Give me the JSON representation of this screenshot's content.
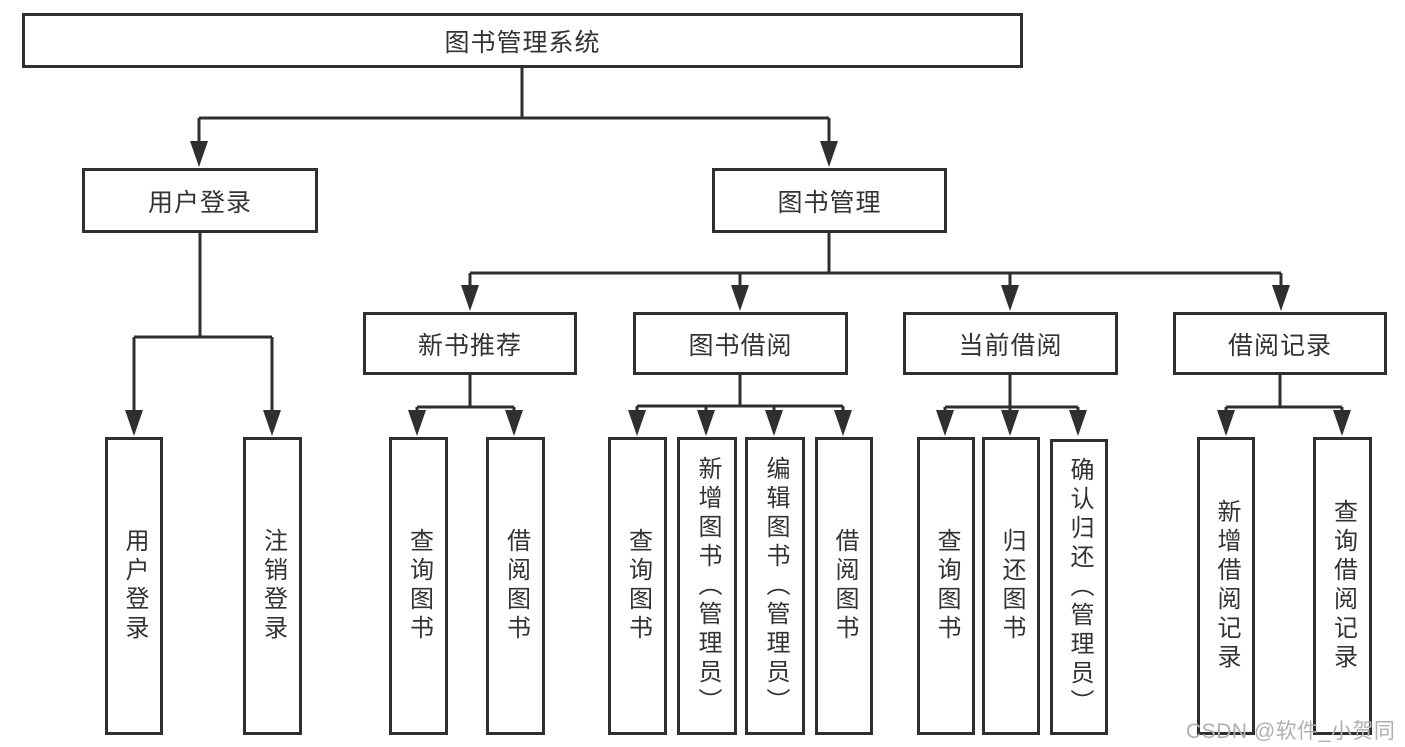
{
  "diagram_title": "图书管理系统",
  "nodes": {
    "root": "图书管理系统",
    "l2": [
      "用户登录",
      "图书管理"
    ],
    "l3": [
      "新书推荐",
      "图书借阅",
      "当前借阅",
      "借阅记录"
    ],
    "l4": {
      "user": [
        "用户登录",
        "注销登录"
      ],
      "recommend": [
        "查询图书",
        "借阅图书"
      ],
      "borrow": [
        "查询图书",
        "新增图书（管理员）",
        "编辑图书（管理员）",
        "借阅图书"
      ],
      "current": [
        "查询图书",
        "归还图书",
        "确认归还（管理员）"
      ],
      "records": [
        "新增借阅记录",
        "查询借阅记录"
      ]
    }
  },
  "watermark": {
    "text": "CSDN @软件_小贺同学"
  },
  "colors": {
    "line": "#2f2f2f",
    "text": "#333333",
    "box_background": "#ffffff",
    "watermark": "#b0b0b0"
  }
}
